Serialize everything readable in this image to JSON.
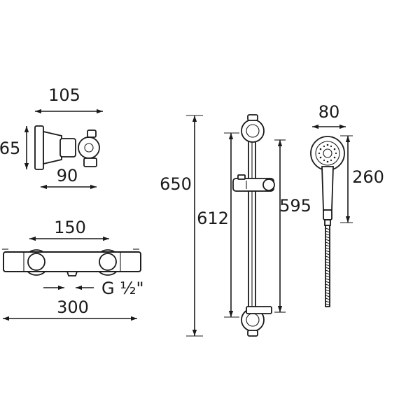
{
  "dimensions": {
    "valve_depth": "105",
    "valve_height": "65",
    "valve_body_depth": "90",
    "inlet_centres": "150",
    "inlet_thread": "G ½\"",
    "valve_width": "300",
    "rail_total": "650",
    "rail_fixing_centres": "612",
    "rail_slide_travel": "595",
    "handset_diameter": "80",
    "handset_length": "260"
  }
}
